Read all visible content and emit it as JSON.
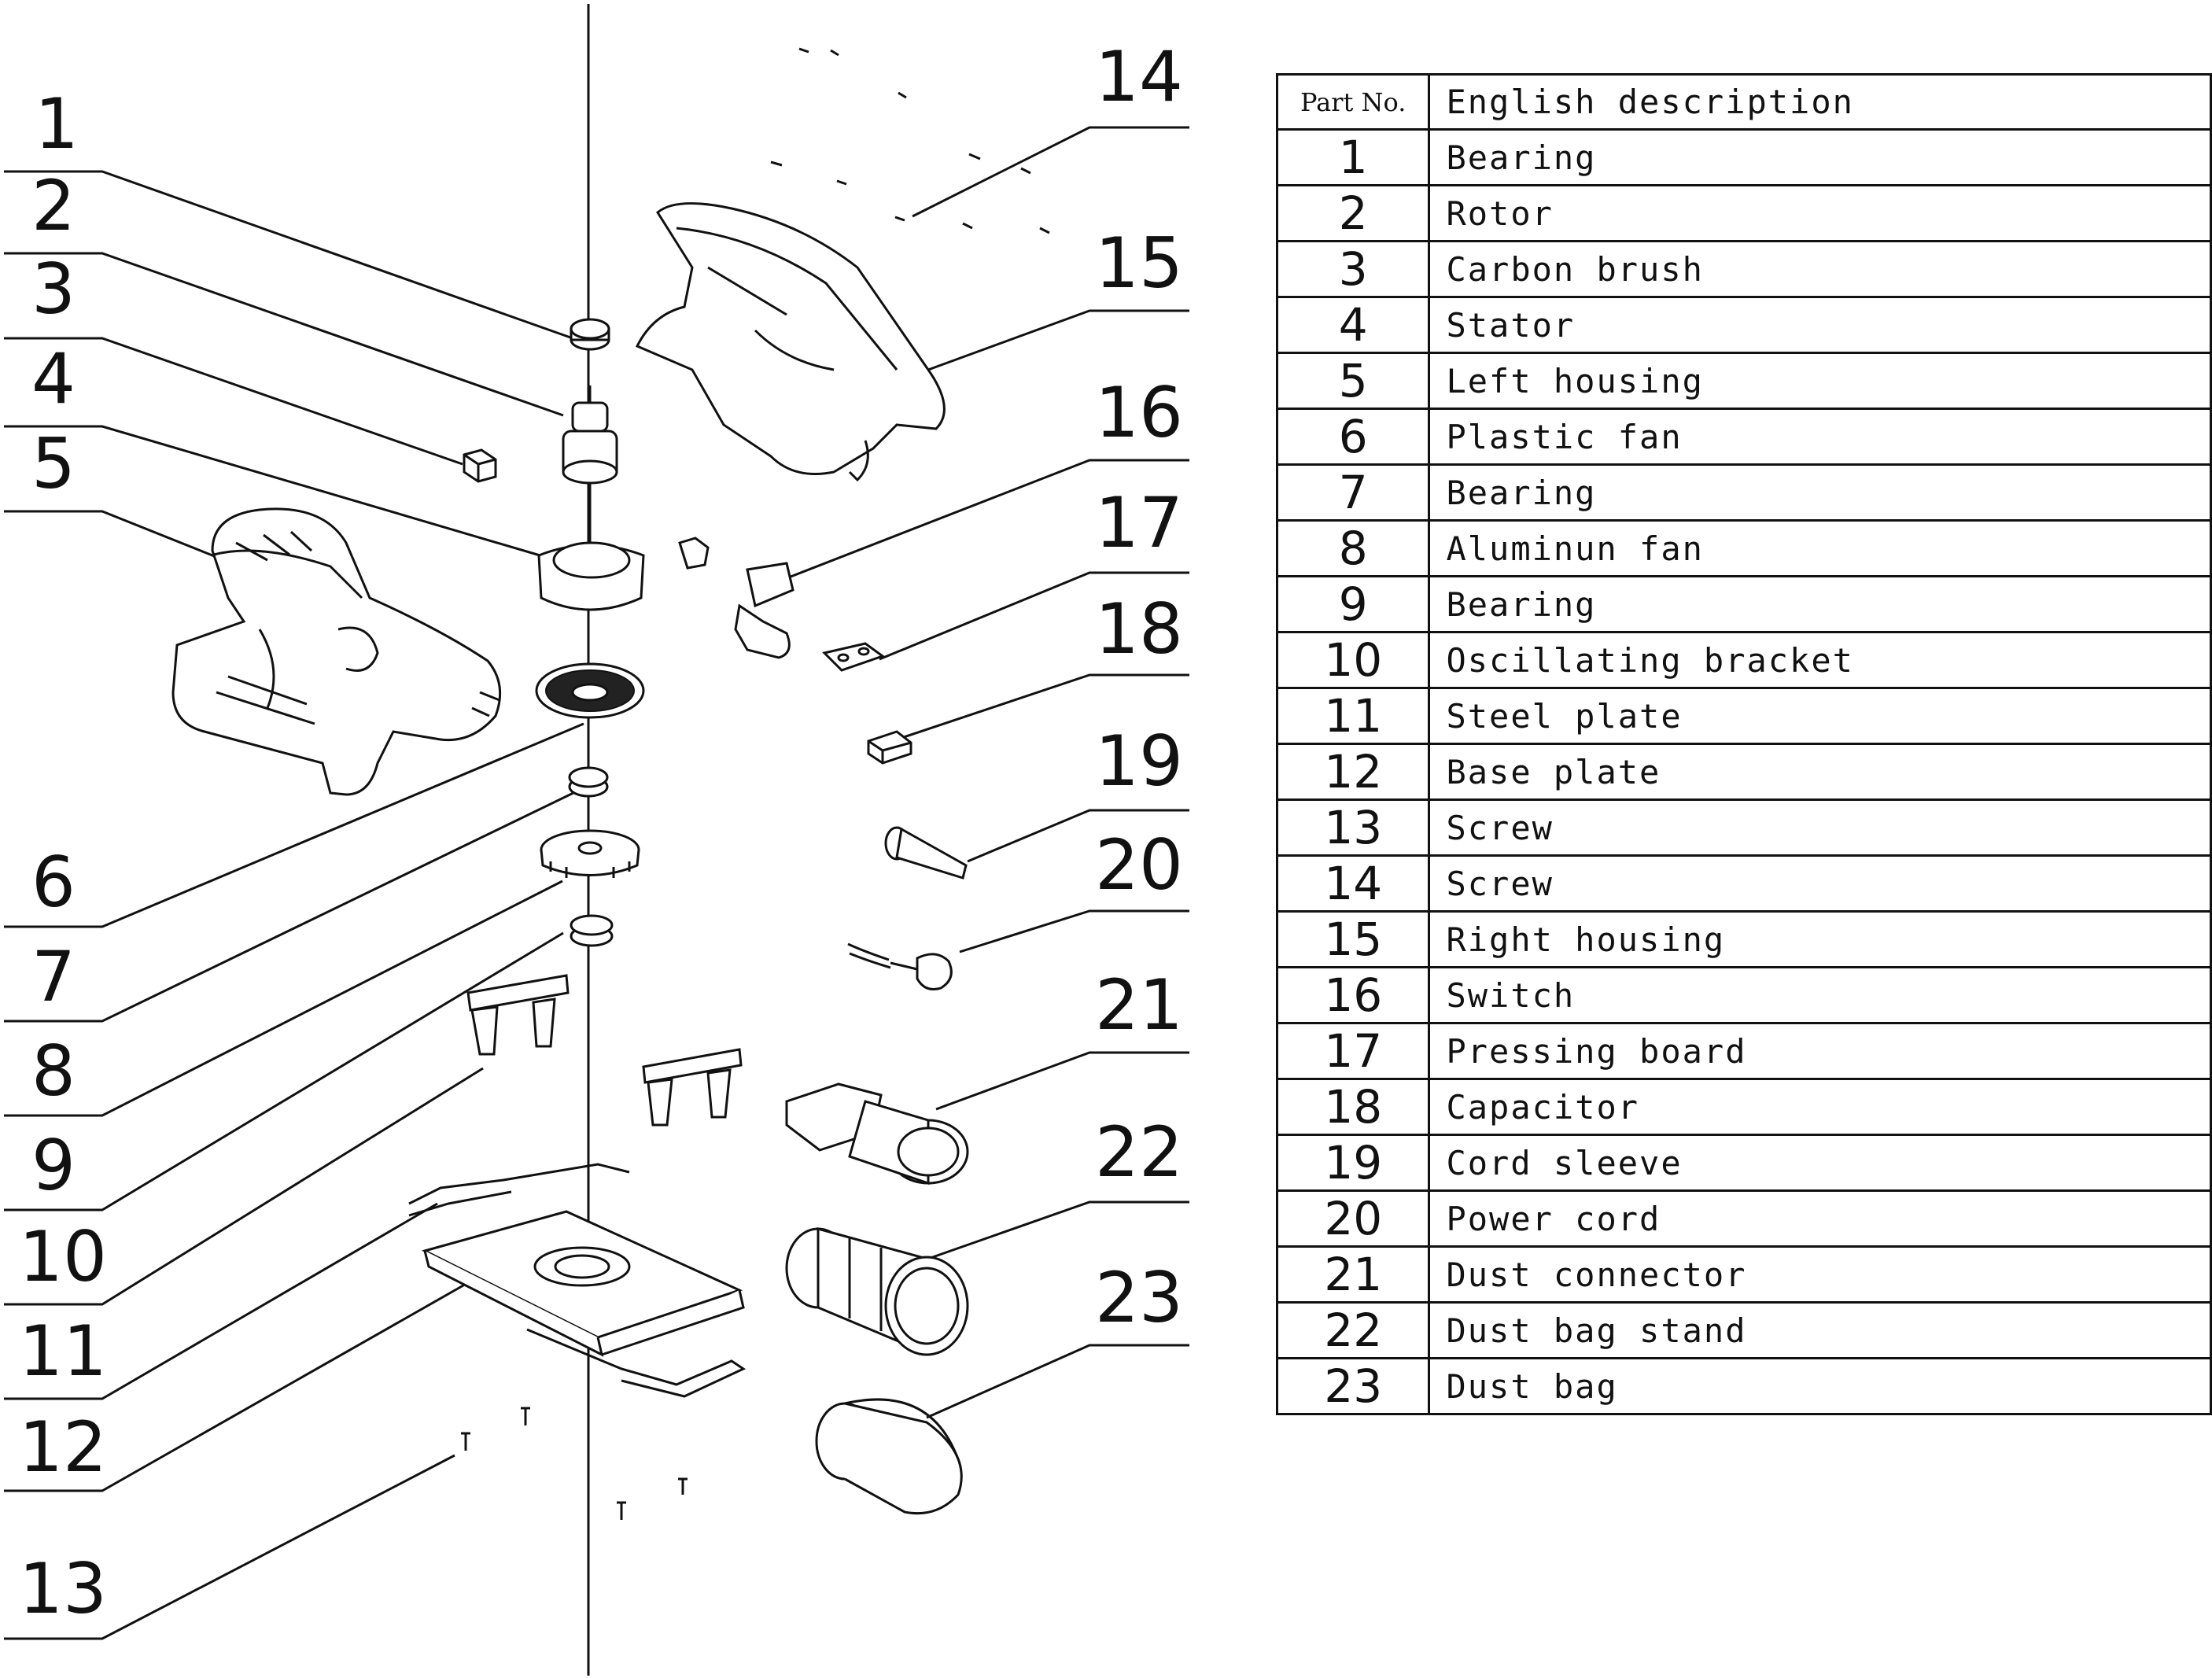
{
  "table": {
    "header": {
      "part_no": "Part No.",
      "description": "English description"
    },
    "rows": [
      {
        "no": "1",
        "desc": "Bearing"
      },
      {
        "no": "2",
        "desc": "Rotor"
      },
      {
        "no": "3",
        "desc": "Carbon brush"
      },
      {
        "no": "4",
        "desc": "Stator"
      },
      {
        "no": "5",
        "desc": "Left housing"
      },
      {
        "no": "6",
        "desc": "Plastic fan"
      },
      {
        "no": "7",
        "desc": "Bearing"
      },
      {
        "no": "8",
        "desc": "Aluminun fan"
      },
      {
        "no": "9",
        "desc": "Bearing"
      },
      {
        "no": "10",
        "desc": "Oscillating bracket"
      },
      {
        "no": "11",
        "desc": "Steel plate"
      },
      {
        "no": "12",
        "desc": "Base plate"
      },
      {
        "no": "13",
        "desc": "Screw"
      },
      {
        "no": "14",
        "desc": "Screw"
      },
      {
        "no": "15",
        "desc": "Right housing"
      },
      {
        "no": "16",
        "desc": "Switch"
      },
      {
        "no": "17",
        "desc": "Pressing board"
      },
      {
        "no": "18",
        "desc": "Capacitor"
      },
      {
        "no": "19",
        "desc": "Cord sleeve"
      },
      {
        "no": "20",
        "desc": "Power cord"
      },
      {
        "no": "21",
        "desc": "Dust connector"
      },
      {
        "no": "22",
        "desc": "Dust bag stand"
      },
      {
        "no": "23",
        "desc": "Dust bag"
      }
    ]
  },
  "callouts": {
    "c1": "1",
    "c2": "2",
    "c3": "3",
    "c4": "4",
    "c5": "5",
    "c6": "6",
    "c7": "7",
    "c8": "8",
    "c9": "9",
    "c10": "10",
    "c11": "11",
    "c12": "12",
    "c13": "13",
    "c14": "14",
    "c15": "15",
    "c16": "16",
    "c17": "17",
    "c18": "18",
    "c19": "19",
    "c20": "20",
    "c21": "21",
    "c22": "22",
    "c23": "23"
  }
}
